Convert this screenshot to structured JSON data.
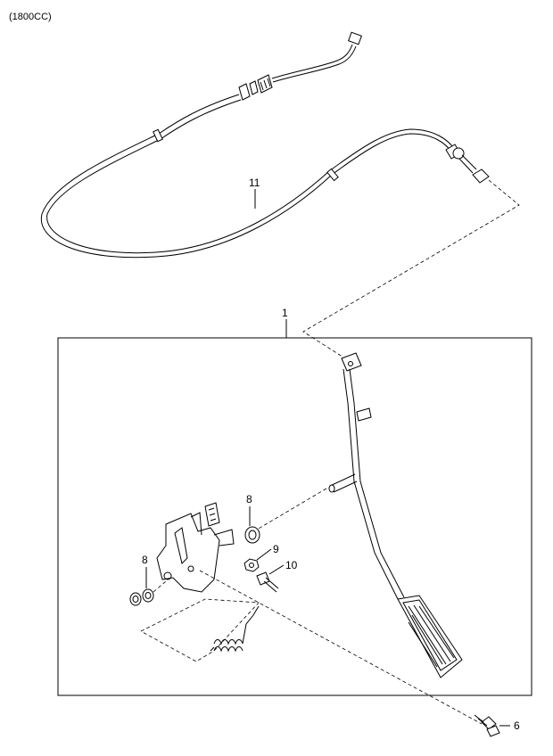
{
  "header": {
    "engine_note": "(1800CC)"
  },
  "callouts": {
    "c1": "1",
    "c6": "6",
    "c8a": "8",
    "c8b": "8",
    "c9": "9",
    "c10": "10",
    "c11": "11"
  }
}
